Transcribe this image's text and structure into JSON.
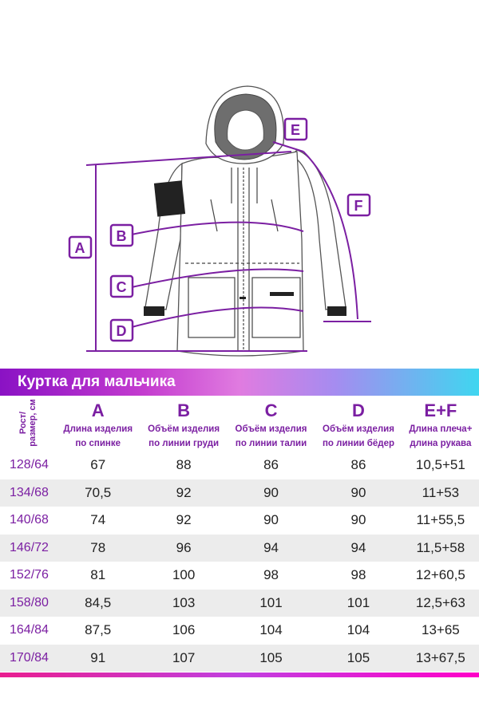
{
  "banner_title": "Куртка для мальчика",
  "diagram_labels": [
    "A",
    "B",
    "C",
    "D",
    "E",
    "F"
  ],
  "colors": {
    "accent": "#7b1fa2",
    "banner_start": "#8a12c4",
    "banner_end": "#3fd6f0",
    "row_alt": "#ececec"
  },
  "table": {
    "size_header": "Рост/\nразмер, см",
    "columns": [
      {
        "letter": "A",
        "line1": "Длина изделия",
        "line2": "по спинке"
      },
      {
        "letter": "B",
        "line1": "Объём изделия",
        "line2": "по линии груди"
      },
      {
        "letter": "C",
        "line1": "Объём изделия",
        "line2": "по линии талии"
      },
      {
        "letter": "D",
        "line1": "Объём изделия",
        "line2": "по линии бёдер"
      },
      {
        "letter": "E+F",
        "line1": "Длина плеча+",
        "line2": "длина рукава"
      }
    ],
    "rows": [
      {
        "size": "128/64",
        "a": "67",
        "b": "88",
        "c": "86",
        "d": "86",
        "ef": "10,5+51"
      },
      {
        "size": "134/68",
        "a": "70,5",
        "b": "92",
        "c": "90",
        "d": "90",
        "ef": "11+53"
      },
      {
        "size": "140/68",
        "a": "74",
        "b": "92",
        "c": "90",
        "d": "90",
        "ef": "11+55,5"
      },
      {
        "size": "146/72",
        "a": "78",
        "b": "96",
        "c": "94",
        "d": "94",
        "ef": "11,5+58"
      },
      {
        "size": "152/76",
        "a": "81",
        "b": "100",
        "c": "98",
        "d": "98",
        "ef": "12+60,5"
      },
      {
        "size": "158/80",
        "a": "84,5",
        "b": "103",
        "c": "101",
        "d": "101",
        "ef": "12,5+63"
      },
      {
        "size": "164/84",
        "a": "87,5",
        "b": "106",
        "c": "104",
        "d": "104",
        "ef": "13+65"
      },
      {
        "size": "170/84",
        "a": "91",
        "b": "107",
        "c": "105",
        "d": "105",
        "ef": "13+67,5"
      }
    ]
  }
}
